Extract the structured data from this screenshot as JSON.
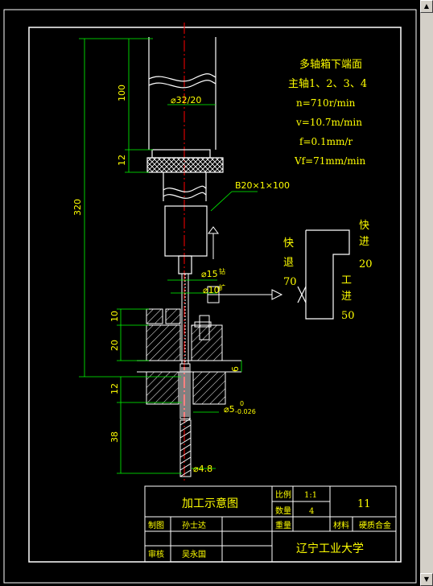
{
  "colors": {
    "frame": "#ffffff",
    "part": "#ffffff",
    "dimension": "#00ff00",
    "text": "#ffff00",
    "centerline": "#ff0000",
    "tool": "#ffffff"
  },
  "params": {
    "title": "多轴箱下端面",
    "spindles": "主轴1、2、3、4",
    "n": "n=710r/min",
    "v": "v=10.7m/min",
    "f": "f=0.1mm/r",
    "vf": "Vf=71mm/min"
  },
  "labels": {
    "shank_dia": "⌀32/20",
    "taper": "B20×1×100",
    "dia15": "⌀15",
    "dia10": "⌀10",
    "dia5": "⌀5",
    "tol_top": "0",
    "tol_bot": "-0.026",
    "dia48": "⌀4.8",
    "small_a": "钻",
    "small_b": "扩"
  },
  "dims": {
    "d320": "320",
    "d100": "100",
    "d12a": "12",
    "d10": "10",
    "d20": "20",
    "d6": "6",
    "d12b": "12",
    "d38": "38"
  },
  "cycle": {
    "fast_forward": "快",
    "fast_forward2": "进",
    "fast_forward_val": "20",
    "work": "工",
    "work2": "进",
    "work_val": "50",
    "fast_back": "快",
    "fast_back2": "退",
    "fast_back_val": "70"
  },
  "title_block": {
    "drawing_name": "加工示意图",
    "scale_label": "比例",
    "scale_value": "1:1",
    "qty_label": "数量",
    "qty_value": "4",
    "sheet_no": "11",
    "drawn_label": "制图",
    "drawn_by": "孙士达",
    "weight_label": "重量",
    "material_label": "材料",
    "material_value": "硬质合金",
    "check_label": "审核",
    "checked_by": "吴永国",
    "school": "辽宁工业大学"
  }
}
